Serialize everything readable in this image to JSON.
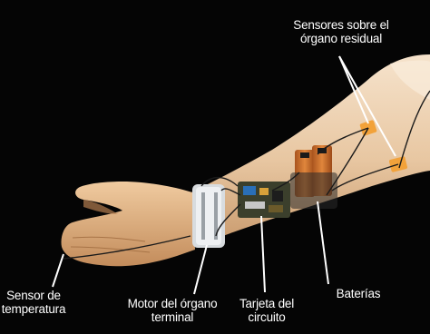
{
  "labels": {
    "sensores": "Sensores sobre el\nórgano residual",
    "temperatura": "Sensor de\ntemperatura",
    "motor": "Motor del órgano\nterminal",
    "tarjeta": "Tarjeta del\ncircuito",
    "baterias": "Baterías"
  },
  "colors": {
    "background": "#050505",
    "skin": "#e9c9a3",
    "skin_shadow": "#b88658",
    "hand": "#dba97a",
    "battery": "#d9782e",
    "sensor_pad": "#f2a23a",
    "label_text": "#ffffff"
  }
}
